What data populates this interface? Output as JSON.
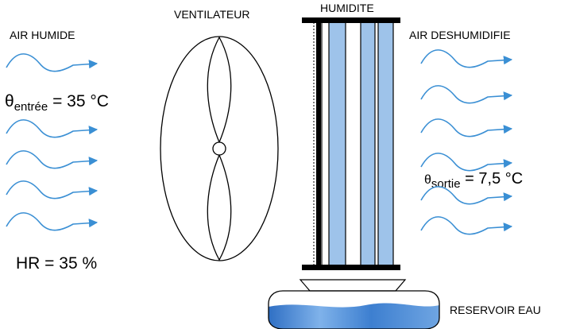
{
  "labels": {
    "air_in": "AIR HUMIDE",
    "fan": "VENTILATEUR",
    "humidity": "HUMIDITE",
    "air_out": "AIR DESHUMIDIFIE",
    "reservoir": "RESERVOIR EAU"
  },
  "inlet": {
    "theta_symbol": "θ",
    "theta_sub": "entrée",
    "theta_value": " = 35 °C",
    "hr": "HR = 35 %"
  },
  "outlet": {
    "theta_symbol": "θ",
    "theta_sub": "sortie",
    "theta_value": " = 7,5 °C"
  },
  "colors": {
    "arrow": "#3a8fd4",
    "panel_fill": "#9ec3ea",
    "water_dark": "#2f6fc4",
    "water_light": "#7fb2ea",
    "line": "#000000"
  }
}
